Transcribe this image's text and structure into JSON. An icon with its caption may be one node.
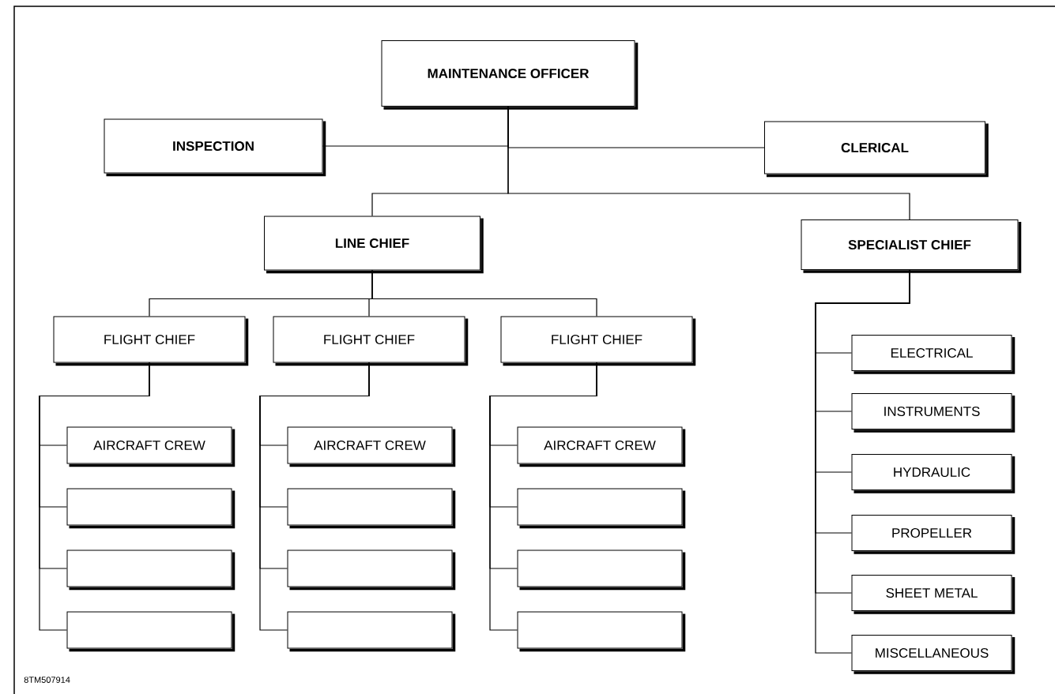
{
  "diagram": {
    "nodes": [
      {
        "text": [
          "MAINTENANCE OFFICER"
        ]
      },
      {
        "text": [
          "INSPECTION"
        ]
      },
      {
        "text": [
          "CLERICAL"
        ]
      },
      {
        "text": [
          "LINE CHIEF"
        ]
      },
      {
        "text": [
          "SPECIALIST CHIEF"
        ]
      },
      {
        "text": [
          "FLIGHT CHIEF"
        ]
      },
      {
        "text": [
          "FLIGHT CHIEF"
        ]
      },
      {
        "text": [
          "FLIGHT CHIEF"
        ]
      },
      {
        "text": [
          "AIRCRAFT CREW"
        ]
      },
      {
        "text": [],
        "shape": "box"
      },
      {
        "text": [],
        "shape": "box"
      },
      {
        "text": [],
        "shape": "box"
      },
      {
        "text": [
          "AIRCRAFT CREW"
        ]
      },
      {
        "text": [],
        "shape": "box"
      },
      {
        "text": [],
        "shape": "box"
      },
      {
        "text": [],
        "shape": "box"
      },
      {
        "text": [
          "AIRCRAFT CREW"
        ]
      },
      {
        "text": [],
        "shape": "box"
      },
      {
        "text": [],
        "shape": "box"
      },
      {
        "text": [],
        "shape": "box"
      },
      {
        "text": [
          "ELECTRICAL"
        ]
      },
      {
        "text": [
          "INSTRUMENTS"
        ]
      },
      {
        "text": [
          "HYDRAULIC"
        ]
      },
      {
        "text": [
          "PROPELLER"
        ]
      },
      {
        "text": [
          "SHEET METAL"
        ]
      },
      {
        "text": [
          "MISCELLANEOUS"
        ]
      }
    ],
    "edges": [
      {
        "from": 0,
        "to": 1,
        "arrow": "none"
      },
      {
        "from": 0,
        "to": 2,
        "arrow": "none"
      },
      {
        "from": 0,
        "to": 3,
        "arrow": "none"
      },
      {
        "from": 0,
        "to": 4,
        "arrow": "none"
      },
      {
        "from": 3,
        "to": 5,
        "arrow": "none"
      },
      {
        "from": 3,
        "to": 6,
        "arrow": "none"
      },
      {
        "from": 3,
        "to": 7,
        "arrow": "none"
      },
      {
        "from": 5,
        "to": 8,
        "arrow": "none"
      },
      {
        "from": 5,
        "to": 9,
        "arrow": "none"
      },
      {
        "from": 5,
        "to": 10,
        "arrow": "none"
      },
      {
        "from": 5,
        "to": 11,
        "arrow": "none"
      },
      {
        "from": 6,
        "to": 12,
        "arrow": "none"
      },
      {
        "from": 6,
        "to": 13,
        "arrow": "none"
      },
      {
        "from": 6,
        "to": 14,
        "arrow": "none"
      },
      {
        "from": 6,
        "to": 15,
        "arrow": "none"
      },
      {
        "from": 7,
        "to": 16,
        "arrow": "none"
      },
      {
        "from": 7,
        "to": 17,
        "arrow": "none"
      },
      {
        "from": 7,
        "to": 18,
        "arrow": "none"
      },
      {
        "from": 7,
        "to": 19,
        "arrow": "none"
      },
      {
        "from": 4,
        "to": 20,
        "arrow": "none"
      },
      {
        "from": 4,
        "to": 21,
        "arrow": "none"
      },
      {
        "from": 4,
        "to": 22,
        "arrow": "none"
      },
      {
        "from": 4,
        "to": 23,
        "arrow": "none"
      },
      {
        "from": 4,
        "to": 24,
        "arrow": "none"
      },
      {
        "from": 4,
        "to": 25,
        "arrow": "none"
      }
    ],
    "labels": [
      "8TM507914"
    ]
  }
}
